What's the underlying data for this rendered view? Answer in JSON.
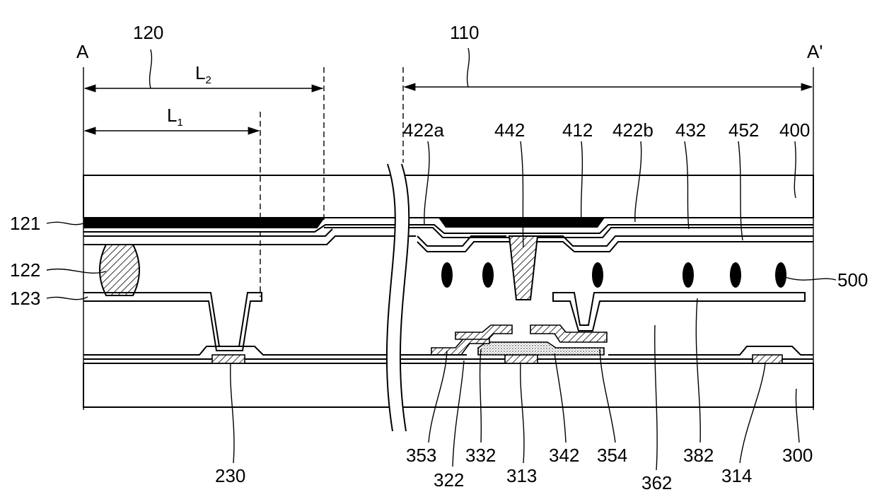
{
  "section": {
    "start": "A",
    "end": "A'"
  },
  "regions": [
    {
      "ref": "120",
      "dims": [
        {
          "letter": "L",
          "sub": "2"
        },
        {
          "letter": "L",
          "sub": "1"
        }
      ]
    },
    {
      "ref": "110"
    }
  ],
  "labels": {
    "top": [
      "422a",
      "442",
      "412",
      "422b",
      "432",
      "452",
      "400"
    ],
    "left": [
      "121",
      "122",
      "123"
    ],
    "right": [
      "500"
    ],
    "bottom_upper": [
      "353",
      "332",
      "342",
      "354",
      "382",
      "300"
    ],
    "bottom_lower": [
      "230",
      "322",
      "313",
      "362",
      "314"
    ]
  },
  "colors": {
    "line": "#000000",
    "black_matrix": "#000000",
    "background": "#ffffff"
  }
}
